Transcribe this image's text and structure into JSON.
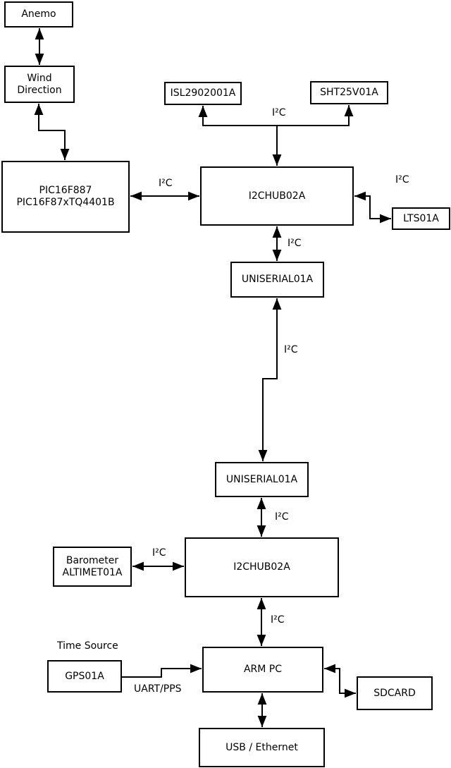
{
  "diagram": {
    "type": "block-diagram",
    "background": "#ffffff",
    "line_color": "#000000",
    "box_fill": "#ffffff",
    "box_border": "#000000",
    "nodes": {
      "anemo": {
        "label": "Anemo"
      },
      "wind_direction": {
        "line1": "Wind",
        "line2": "Direction"
      },
      "pic": {
        "line1": "PIC16F887",
        "line2": "PIC16F87xTQ4401B"
      },
      "isl": {
        "label": "ISL2902001A"
      },
      "sht": {
        "label": "SHT25V01A"
      },
      "i2c_hub_top": {
        "label": "I2CHUB02A"
      },
      "lts": {
        "label": "LTS01A"
      },
      "uniserial_top": {
        "label": "UNISERIAL01A"
      },
      "uniserial_bottom": {
        "label": "UNISERIAL01A"
      },
      "i2c_hub_bottom": {
        "label": "I2CHUB02A"
      },
      "barometer": {
        "line1": "Barometer",
        "line2": "ALTIMET01A"
      },
      "arm_pc": {
        "label": "ARM PC"
      },
      "gps": {
        "label": "GPS01A"
      },
      "sdcard": {
        "label": "SDCARD"
      },
      "usb_ethernet": {
        "label": "USB / Ethernet"
      }
    },
    "edge_labels": {
      "i2c_sensor_branch": "I²C",
      "i2c_pic_hub": "I²C",
      "i2c_hub_lts": "I²C",
      "i2c_hub_uniserial": "I²C",
      "i2c_uniserial_link": "I²C",
      "i2c_uniserial_hub2": "I²C",
      "i2c_barometer_hub2": "I²C",
      "i2c_hub2_armpc": "I²C",
      "time_source": "Time Source",
      "uart_pps": "UART/PPS"
    }
  }
}
